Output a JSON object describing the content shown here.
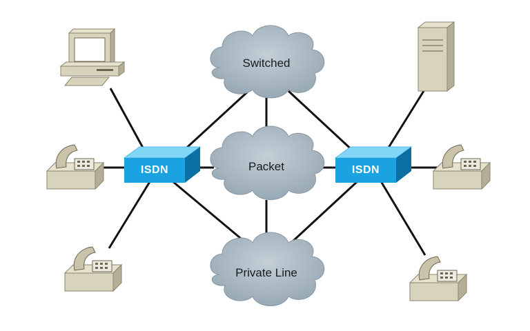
{
  "diagram": {
    "clouds": [
      {
        "id": "switched",
        "label": "Switched"
      },
      {
        "id": "packet",
        "label": "Packet"
      },
      {
        "id": "private",
        "label": "Private Line"
      }
    ],
    "switches": [
      {
        "id": "left",
        "label": "ISDN"
      },
      {
        "id": "right",
        "label": "ISDN"
      }
    ],
    "devices": [
      {
        "id": "pc",
        "icon": "computer-icon"
      },
      {
        "id": "server",
        "icon": "server-tower-icon"
      },
      {
        "id": "phone-left-mid",
        "icon": "telephone-icon"
      },
      {
        "id": "phone-left-bottom",
        "icon": "telephone-icon"
      },
      {
        "id": "phone-right-mid",
        "icon": "telephone-icon"
      },
      {
        "id": "phone-right-bottom",
        "icon": "telephone-icon"
      }
    ],
    "colors": {
      "cloud": "#a9b7c1",
      "cloud_shadow": "#8d9ca8",
      "switch_top": "#7fd4f5",
      "switch_front": "#1aa3e0",
      "switch_side": "#0b74a8",
      "device_body": "#d8d3bd",
      "device_shade": "#b4ae96",
      "line": "#111111"
    }
  }
}
